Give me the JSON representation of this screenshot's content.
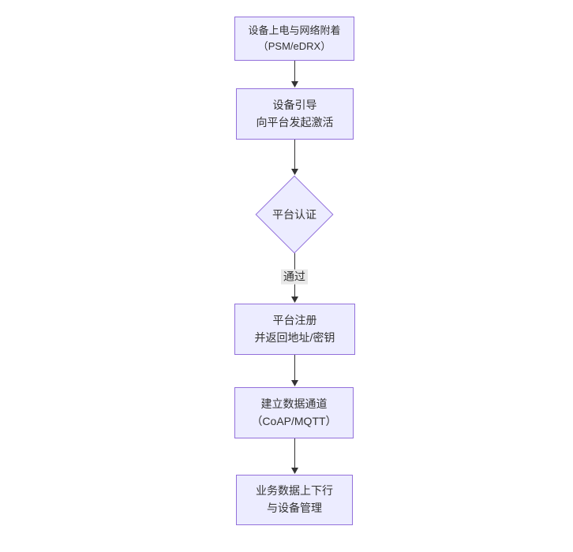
{
  "diagram": {
    "type": "flowchart",
    "direction": "top-down",
    "nodes": [
      {
        "id": "power_attach",
        "shape": "rect",
        "lines": [
          "设备上电与网络附着",
          "（PSM/eDRX）"
        ]
      },
      {
        "id": "bootstrap",
        "shape": "rect",
        "lines": [
          "设备引导",
          "向平台发起激活"
        ]
      },
      {
        "id": "platform_auth",
        "shape": "diamond",
        "lines": [
          "平台认证"
        ]
      },
      {
        "id": "platform_register",
        "shape": "rect",
        "lines": [
          "平台注册",
          "并返回地址/密钥"
        ]
      },
      {
        "id": "data_channel",
        "shape": "rect",
        "lines": [
          "建立数据通道",
          "（CoAP/MQTT）"
        ]
      },
      {
        "id": "business_data",
        "shape": "rect",
        "lines": [
          "业务数据上下行",
          "与设备管理"
        ]
      }
    ],
    "edges": [
      {
        "from": "power_attach",
        "to": "bootstrap"
      },
      {
        "from": "bootstrap",
        "to": "platform_auth"
      },
      {
        "from": "platform_auth",
        "to": "platform_register",
        "label": "通过"
      },
      {
        "from": "platform_register",
        "to": "data_channel"
      },
      {
        "from": "data_channel",
        "to": "business_data"
      }
    ],
    "colors": {
      "node_fill": "#ECECFF",
      "node_border": "#9370DB",
      "edge": "#333333",
      "edge_label_bg": "#E8E8E8",
      "text": "#333333"
    }
  }
}
